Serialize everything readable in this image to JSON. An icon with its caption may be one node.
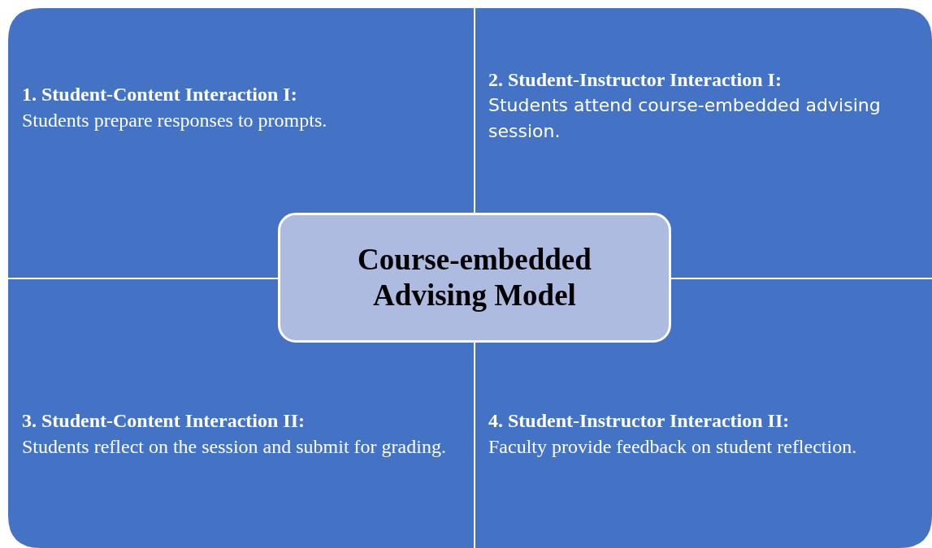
{
  "diagram": {
    "nodes": [
      {
        "text": [
          "1. Student-Content Interaction I:",
          "Students prepare responses to prompts."
        ]
      },
      {
        "text": [
          "2. Student-Instructor Interaction I:",
          "Students attend course-embedded advising session."
        ]
      },
      {
        "text": [
          "3. Student-Content Interaction II:",
          "Students reflect on the session and submit for grading."
        ]
      },
      {
        "text": [
          "4. Student-Instructor Interaction II:",
          "Faculty provide feedback on student reflection."
        ]
      },
      {
        "text": [
          "Course-embedded Advising Model"
        ]
      }
    ]
  }
}
